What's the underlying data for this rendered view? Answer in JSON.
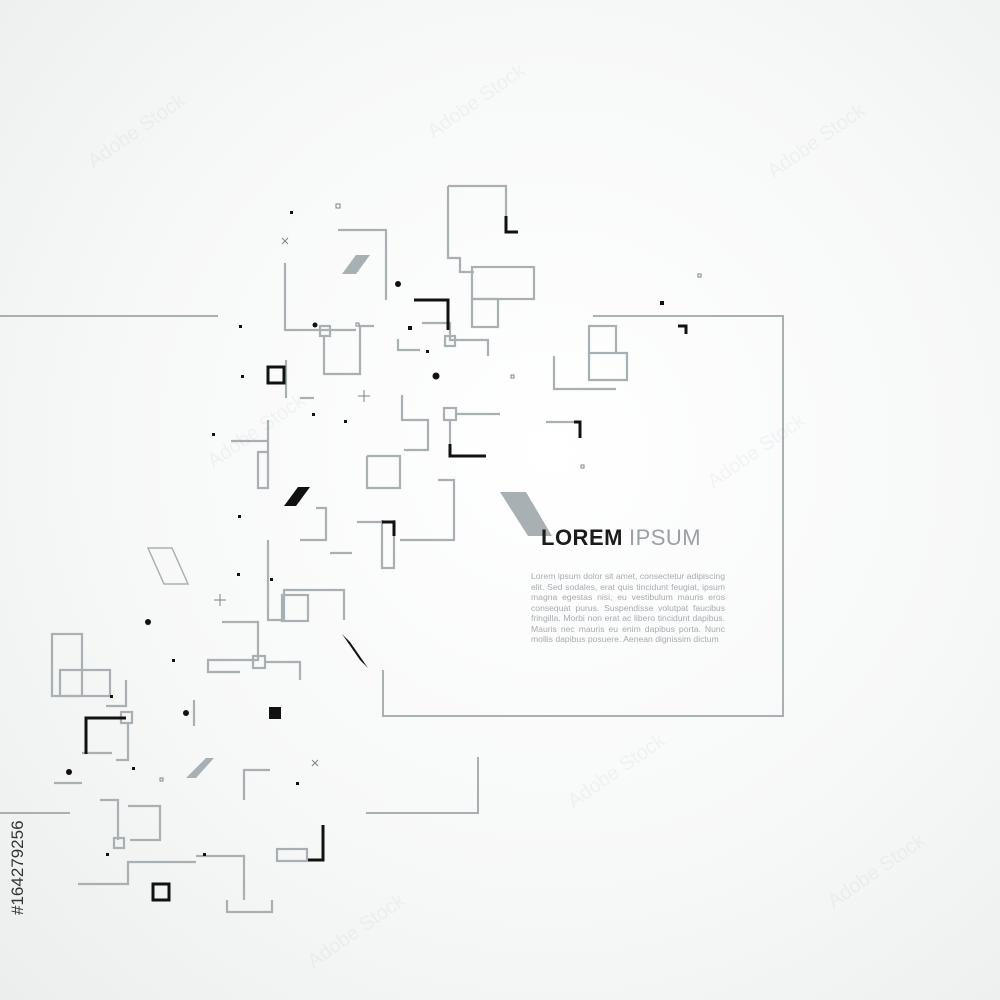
{
  "heading": {
    "bold": "LOREM",
    "light": "IPSUM"
  },
  "body_text": "Lorem ipsum dolor sit amet, consectetur adipiscing elit. Sed sodales, erat quis tincidunt feugiat, ipsum magna egestas nisi, eu vestibulum mauris eros consequat purus. Suspendisse volutpat faucibus fringilla. Morbi non erat ac libero tincidunt dapibus. Mauris nec mauris eu enim dapibus porta. Nunc mollis dapibus posuere. Aenean dignissim dictum",
  "stock_id": "#164279256",
  "watermark": "Adobe Stock",
  "colors": {
    "gray": "#a9b0b4",
    "dark": "#111111",
    "mid": "#7d8488"
  }
}
